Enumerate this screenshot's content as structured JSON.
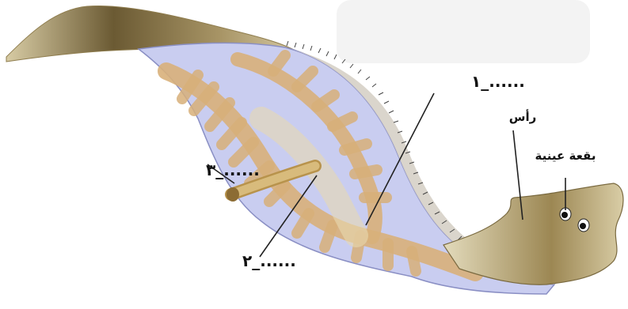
{
  "diagram": {
    "labels": {
      "label_1": "١_......",
      "label_2": "٢_......",
      "label_3": "٣_......",
      "head": "رأس",
      "eyespot": "بقعة عينية"
    },
    "colors": {
      "skin": "#d8c9a0",
      "skin_dark": "#5a4a2a",
      "inner": "#c9cdf0",
      "gut": "#d8b07a",
      "pharynx": "#c7a55c",
      "line": "#222222"
    }
  }
}
